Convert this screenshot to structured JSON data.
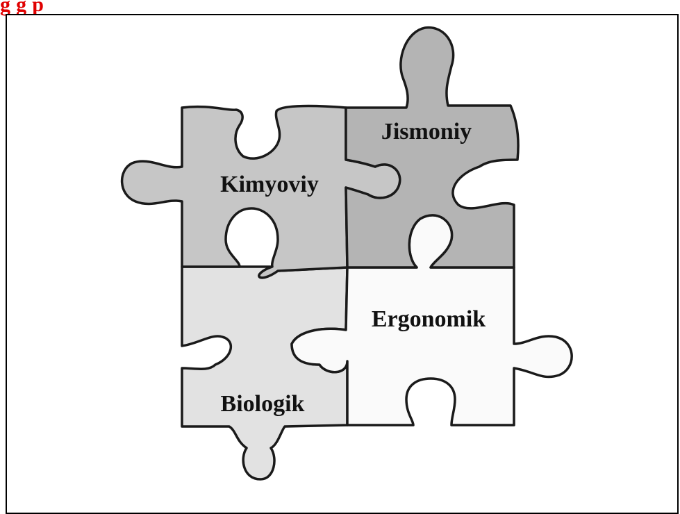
{
  "header": {
    "title": "g                          g                   p",
    "color": "#e00000"
  },
  "puzzle": {
    "pieces": [
      {
        "id": "top-left",
        "label": "Kimyoviy",
        "fill": "#c6c6c6"
      },
      {
        "id": "top-right",
        "label": "Jismoniy",
        "fill": "#b4b4b4"
      },
      {
        "id": "bottom-left",
        "label": "Biologik",
        "fill": "#e2e2e2"
      },
      {
        "id": "bottom-right",
        "label": "Ergonomik",
        "fill": "#fafafa"
      }
    ]
  }
}
